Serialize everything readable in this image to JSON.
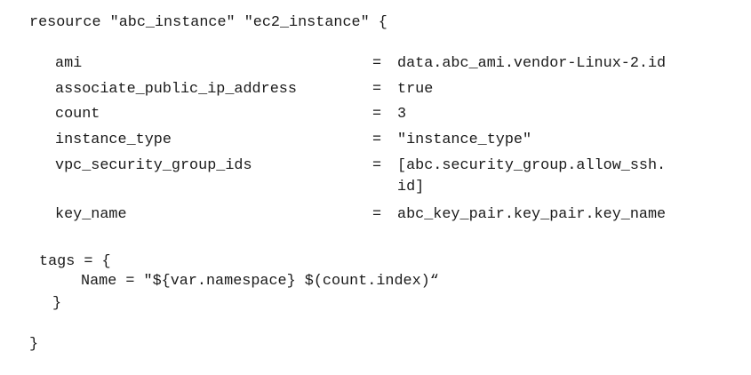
{
  "code": {
    "resource_line": "resource \"abc_instance\" \"ec2_instance\" {",
    "attributes": [
      {
        "name": "ami",
        "eq": "=",
        "value": "data.abc_ami.vendor-Linux-2.id"
      },
      {
        "name": "associate_public_ip_address",
        "eq": "=",
        "value": "true"
      },
      {
        "name": "count",
        "eq": "=",
        "value": "3"
      },
      {
        "name": "instance_type",
        "eq": "=",
        "value": "\"instance_type\""
      },
      {
        "name": "vpc_security_group_ids",
        "eq": "=",
        "value": "[abc.security_group.allow_ssh.",
        "value_cont": "id]"
      },
      {
        "name": "key_name",
        "eq": "=",
        "value": "abc_key_pair.key_pair.key_name"
      }
    ],
    "tags_open": "tags = {",
    "tags_name_line": "Name = \"${var.namespace} $(count.index)“",
    "tags_close": "}",
    "resource_close": "}"
  }
}
